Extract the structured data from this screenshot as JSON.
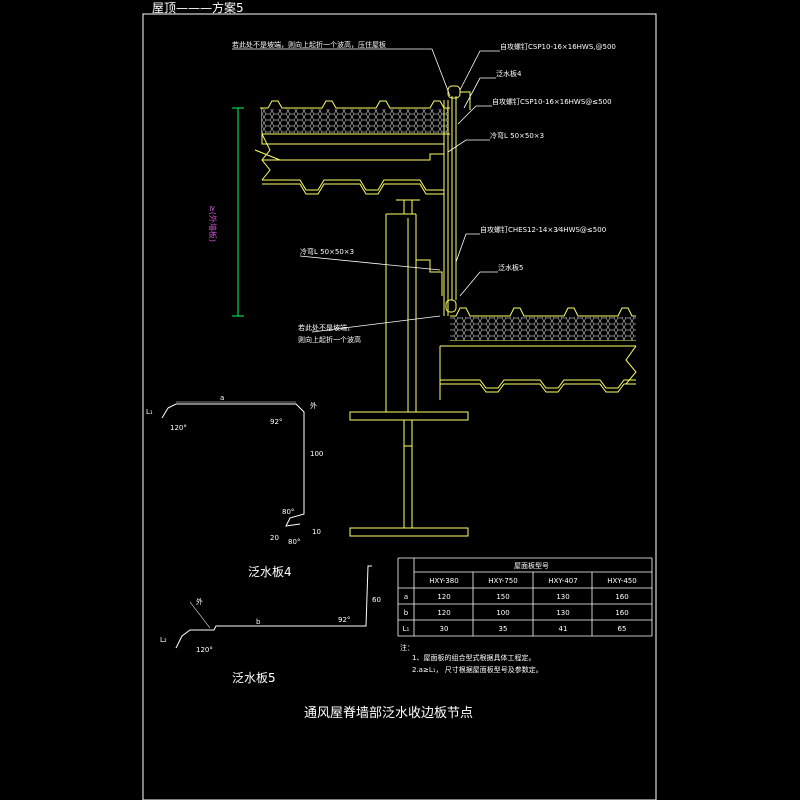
{
  "colors": {
    "background": "#000000",
    "structure": "#ffff66",
    "annotation": "#ffffff",
    "dimension": "#00ff66",
    "magenta": "#cc55cc",
    "insulation": "#ffffff"
  },
  "header": {
    "title": "屋顶———方案5"
  },
  "callouts": {
    "top_note": "若此处不是坡端，则向上起折一个波高，压住屋板",
    "screw_top": "自攻螺钉CSP10-16×16HWS,@500",
    "flashing4": "泛水板4",
    "screw_mid": "自攻螺钉CSP10-16×16HWS@≤500",
    "angle_top": "冷弯L 50×50×3",
    "screw_low": "自攻螺钉CHES12-14×3⁄4HWS@≤500",
    "angle_low": "冷弯L 50×50×3",
    "flashing5": "泛水板5",
    "bottom_note_1": "若此处不是坡端，",
    "bottom_note_2": "则向上起折一个波高"
  },
  "dimension": {
    "vertical_label": "≥(外墙板)"
  },
  "flashing4_detail": {
    "label": "泛水板4",
    "a": "a",
    "L1": "L₁",
    "angle1": "120°",
    "angle2": "92°",
    "out": "外",
    "dim100": "100",
    "angle3": "80°",
    "angle4": "80°",
    "dim20": "20",
    "dim10": "10"
  },
  "flashing5_detail": {
    "label": "泛水板5",
    "out": "外",
    "b": "b",
    "angle92": "92°",
    "dim60": "60",
    "L2": "L₂",
    "angle120": "120°"
  },
  "table": {
    "header": "屋面板型号",
    "columns": [
      "HXY-380",
      "HXY-750",
      "HXY-407",
      "HXY-450"
    ],
    "rows": [
      {
        "key": "a",
        "values": [
          "120",
          "150",
          "130",
          "160"
        ]
      },
      {
        "key": "b",
        "values": [
          "120",
          "100",
          "130",
          "160"
        ]
      },
      {
        "key": "L₁",
        "values": [
          "30",
          "35",
          "41",
          "65"
        ]
      }
    ]
  },
  "notes": {
    "heading": "注：",
    "line1": "1、屋面板的组合型式根据具体工程定。",
    "line2": "2.a≥L₁，    尺寸根据屋面板型号及参数定。"
  },
  "footer": {
    "title": "通风屋脊墙部泛水收边板节点"
  }
}
